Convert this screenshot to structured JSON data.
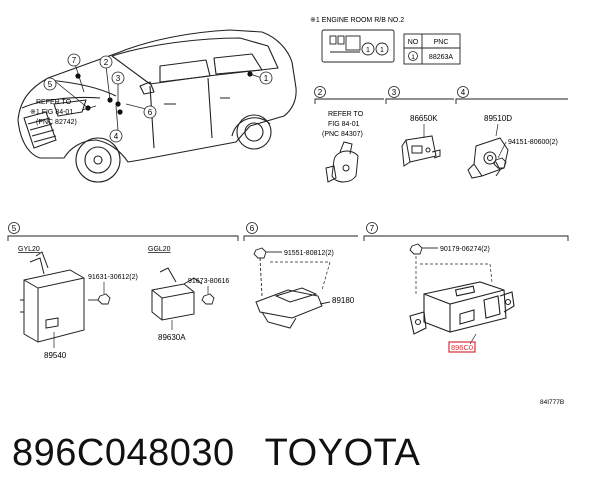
{
  "header": {
    "engine_room_label": "※1 ENGINE ROOM R/B NO.2",
    "table": {
      "col_no": "NO",
      "col_pnc": "PNC",
      "row_no": "1",
      "row_pnc": "88263A"
    }
  },
  "callouts": {
    "c1": "1",
    "c2": "2",
    "c3": "3",
    "c4": "4",
    "c5": "5",
    "c6": "6",
    "c7": "7"
  },
  "car_refs": {
    "refer_line1": "REFER TO",
    "refer_line2": "※1 FIG 84-01",
    "refer_line3": "(PNC 82742)"
  },
  "section2": {
    "refer_line1": "REFER TO",
    "refer_line2": "FIG 84-01",
    "refer_line3": "(PNC 84307)"
  },
  "section3": {
    "part": "86650K"
  },
  "section4": {
    "part": "89510D",
    "bolt": "94151-80600(2)"
  },
  "section5": {
    "variant_a": "GYL20",
    "variant_b": "GGL20",
    "bolt_a": "91631-30612(2)",
    "bolt_b": "91673-80616",
    "part_a": "89540",
    "part_b": "89630A"
  },
  "section6": {
    "bolt": "91551-80812(2)",
    "part": "89180"
  },
  "section7": {
    "bolt": "90179-06274(2)",
    "part": "896C0"
  },
  "figure_code": "84I777B",
  "caption": {
    "part_number": "896C048030",
    "brand": "TOYOTA"
  },
  "colors": {
    "highlight": "#d9303a",
    "line": "#222222"
  }
}
